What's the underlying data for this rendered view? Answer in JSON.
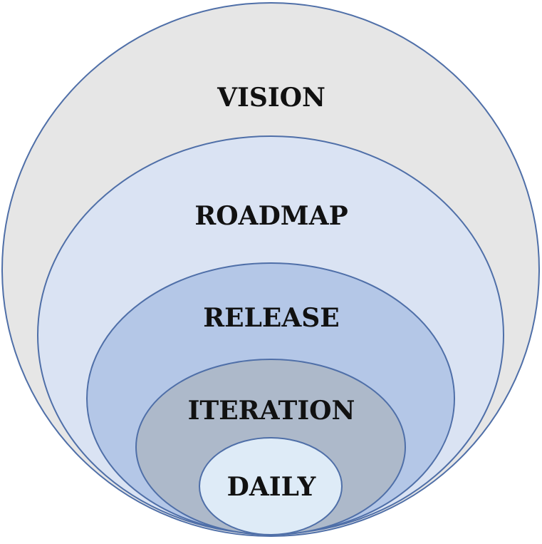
{
  "diagram": {
    "type": "nested-circles",
    "levels": [
      {
        "label": "VISION",
        "fill": "#e6e6e6"
      },
      {
        "label": "ROADMAP",
        "fill": "#dae3f3"
      },
      {
        "label": "RELEASE",
        "fill": "#b4c7e7"
      },
      {
        "label": "ITERATION",
        "fill": "#adb9ca"
      },
      {
        "label": "DAILY",
        "fill": "#deebf7"
      }
    ],
    "outline_color": "#4f6fa8"
  }
}
